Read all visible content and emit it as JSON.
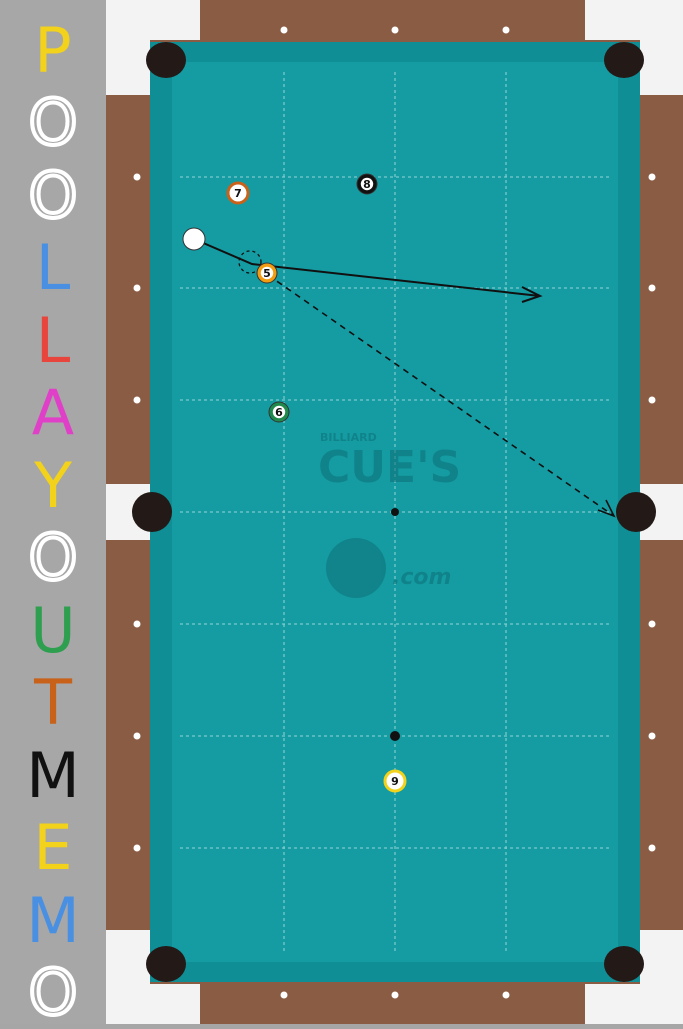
{
  "sidebar": {
    "title_letters": [
      {
        "char": "P",
        "color": "#f2d21b",
        "style": "solid"
      },
      {
        "char": "O",
        "color": "#ffffff",
        "style": "outline"
      },
      {
        "char": "O",
        "color": "#ffffff",
        "style": "outline"
      },
      {
        "char": "L",
        "color": "#4a90e2",
        "style": "solid"
      },
      {
        "char": "L",
        "color": "#e8453c",
        "style": "solid"
      },
      {
        "char": "A",
        "color": "#e040c8",
        "style": "solid"
      },
      {
        "char": "Y",
        "color": "#f2d21b",
        "style": "solid"
      },
      {
        "char": "O",
        "color": "#ffffff",
        "style": "outline"
      },
      {
        "char": "U",
        "color": "#2e9e4f",
        "style": "solid"
      },
      {
        "char": "T",
        "color": "#c8621b",
        "style": "solid"
      },
      {
        "char": "M",
        "color": "#111111",
        "style": "solid"
      },
      {
        "char": "E",
        "color": "#f2d21b",
        "style": "solid"
      },
      {
        "char": "M",
        "color": "#4a90e2",
        "style": "solid"
      },
      {
        "char": "O",
        "color": "#ffffff",
        "style": "outline"
      }
    ]
  },
  "table": {
    "cloth_color": "#149aa0",
    "rail_color": "#8a5c44",
    "corner_color": "#f5f5f5",
    "logo": {
      "line1": "BILLIARD",
      "line2": "CUE'S",
      "suffix": ".com"
    }
  },
  "balls": [
    {
      "id": "cue",
      "label": "",
      "color": "#ffffff",
      "stripe": false
    },
    {
      "id": "7",
      "label": "7",
      "color": "#c8621b",
      "stripe": true
    },
    {
      "id": "8",
      "label": "8",
      "color": "#111111",
      "stripe": false
    },
    {
      "id": "5",
      "label": "5",
      "color": "#f39c12",
      "stripe": false
    },
    {
      "id": "6",
      "label": "6",
      "color": "#1f8a4c",
      "stripe": false
    },
    {
      "id": "9",
      "label": "9",
      "color": "#f2d21b",
      "stripe": true
    }
  ]
}
